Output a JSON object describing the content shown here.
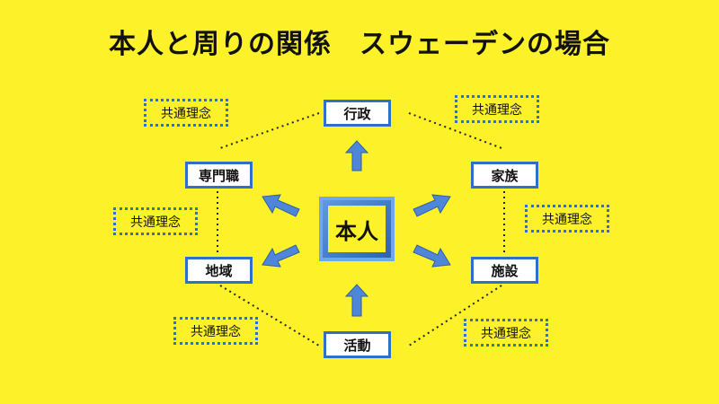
{
  "title": "本人と周りの関係　スウェーデンの場合",
  "center": "本人",
  "nodes": {
    "gyosei": "行政",
    "kazoku": "家族",
    "shisetsu": "施設",
    "katsudo": "活動",
    "chiiki": "地域",
    "senmonshoku": "専門職"
  },
  "ideals": [
    "共通理念",
    "共通理念",
    "共通理念",
    "共通理念",
    "共通理念",
    "共通理念"
  ],
  "colors": {
    "background": "#fdf22a",
    "box_border": "#2f6fc4",
    "arrow": "#4f86d8"
  }
}
